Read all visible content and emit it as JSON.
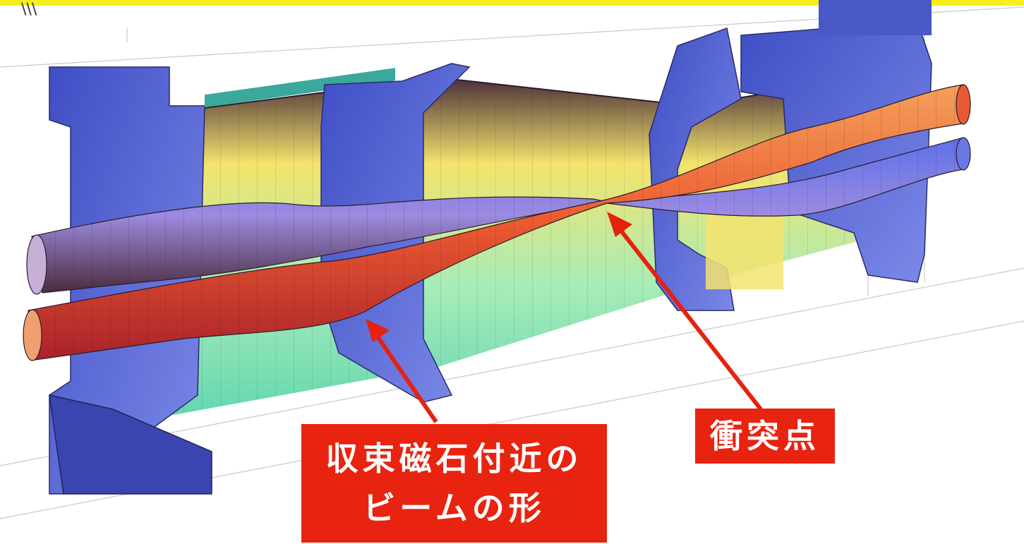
{
  "labels": {
    "collision_point": "衝突点",
    "beam_shape_line1": "収束磁石付近の",
    "beam_shape_line2": "ビームの形"
  },
  "colors": {
    "top_band": "#f6ef1a",
    "label_bg": "#e8230f",
    "arrow": "#e5220f",
    "magnet_blue": "#5a6ad8",
    "beam_red": "#e8432a",
    "beam_blue": "#6a78e6",
    "pipe_yellow": "#f3e36e",
    "pipe_green": "#7fe3b5"
  }
}
